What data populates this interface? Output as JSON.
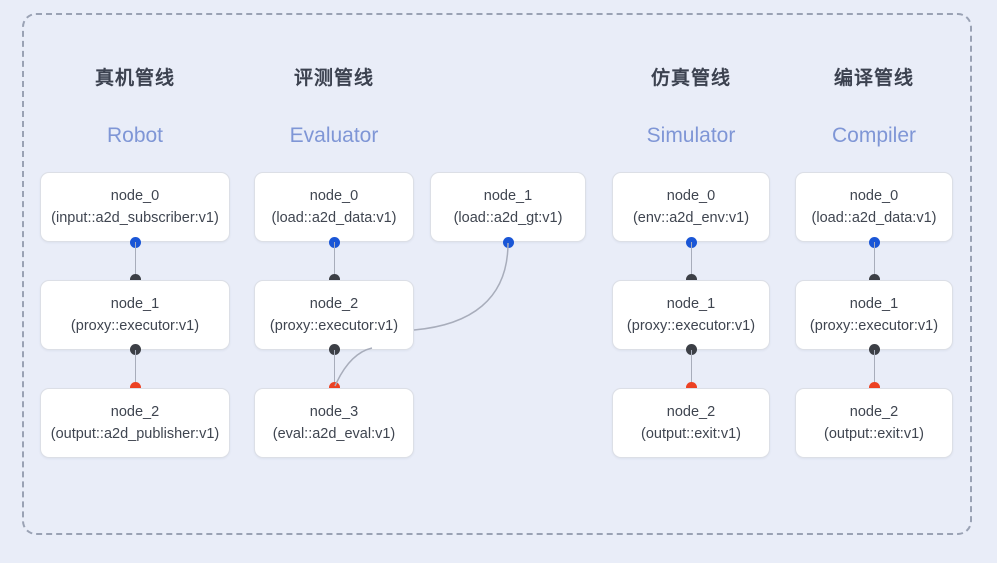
{
  "diagram": {
    "container_style": "dashed-rounded-box",
    "background_color": "#e9edf8",
    "accent_color": "#7f96d6",
    "dot_colors": {
      "input": "#1a56d6",
      "middle": "#3c3f46",
      "output": "#ec4123"
    }
  },
  "columns": [
    {
      "id": "robot",
      "title": "真机管线",
      "subtitle": "Robot",
      "nodes": [
        {
          "name": "node_0",
          "type": "(input::a2d_subscriber:v1)"
        },
        {
          "name": "node_1",
          "type": "(proxy::executor:v1)"
        },
        {
          "name": "node_2",
          "type": "(output::a2d_publisher:v1)"
        }
      ]
    },
    {
      "id": "evaluator",
      "title": "评测管线",
      "subtitle": "Evaluator",
      "nodes": [
        {
          "name": "node_0",
          "type": "(load::a2d_data:v1)"
        },
        {
          "name": "node_2",
          "type": "(proxy::executor:v1)"
        },
        {
          "name": "node_3",
          "type": "(eval::a2d_eval:v1)"
        }
      ],
      "side_nodes": [
        {
          "name": "node_1",
          "type": "(load::a2d_gt:v1)"
        }
      ]
    },
    {
      "id": "simulator",
      "title": "仿真管线",
      "subtitle": "Simulator",
      "nodes": [
        {
          "name": "node_0",
          "type": "(env::a2d_env:v1)"
        },
        {
          "name": "node_1",
          "type": "(proxy::executor:v1)"
        },
        {
          "name": "node_2",
          "type": "(output::exit:v1)"
        }
      ]
    },
    {
      "id": "compiler",
      "title": "编译管线",
      "subtitle": "Compiler",
      "nodes": [
        {
          "name": "node_0",
          "type": "(load::a2d_data:v1)"
        },
        {
          "name": "node_1",
          "type": "(proxy::executor:v1)"
        },
        {
          "name": "node_2",
          "type": "(output::exit:v1)"
        }
      ]
    }
  ]
}
